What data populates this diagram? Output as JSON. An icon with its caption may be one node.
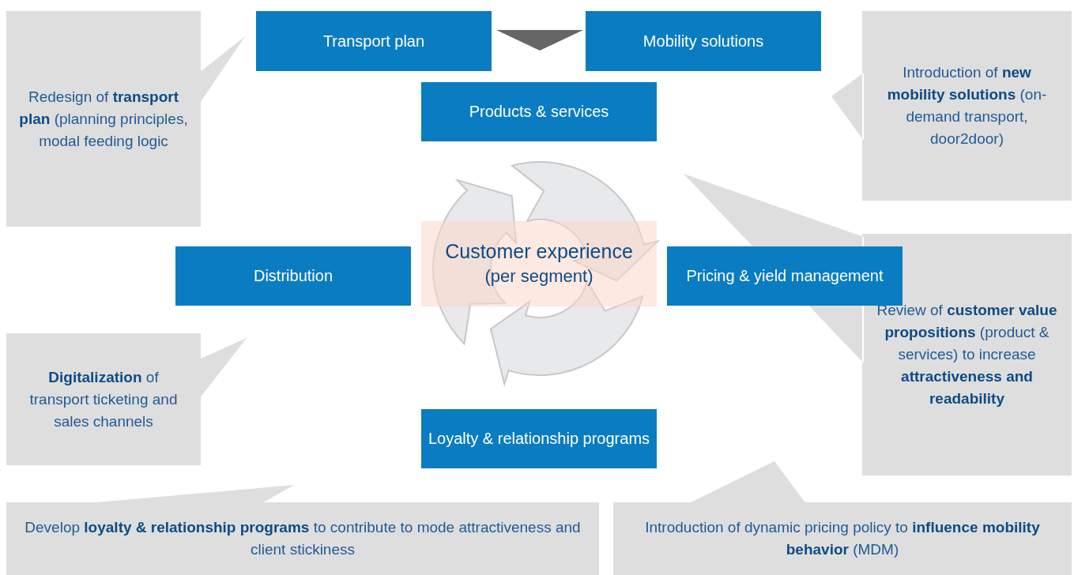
{
  "diagram": {
    "nodes": [
      {
        "text": [
          "Transport plan"
        ]
      },
      {
        "text": [
          "Mobility solutions"
        ]
      },
      {
        "text": [
          "Products & services"
        ]
      },
      {
        "text": [
          "Distribution"
        ]
      },
      {
        "text": [
          "Customer experience",
          "(per segment)"
        ]
      },
      {
        "text": [
          "Pricing & yield management"
        ]
      },
      {
        "text": [
          "Loyalty & relationship programs"
        ]
      },
      {
        "text": [
          "Redesign of **transport plan** (planning principles, modal feeding logic"
        ]
      },
      {
        "text": [
          "Introduction of **new mobility solutions** (on-demand transport, door2door)"
        ]
      },
      {
        "text": [
          "**Digitalization** of transport ticketing and sales channels"
        ]
      },
      {
        "text": [
          "Review of **customer value propositions** (product & services) to increase **attractiveness and readability**"
        ]
      },
      {
        "text": [
          "Develop **loyalty & relationship programs** to contribute to mode attractiveness and client stickiness"
        ]
      },
      {
        "text": [
          "Introduction of dynamic pricing policy to **influence mobility behavior** (MDM)"
        ]
      },
      {
        "text": [],
        "shape": "triangle"
      }
    ]
  }
}
